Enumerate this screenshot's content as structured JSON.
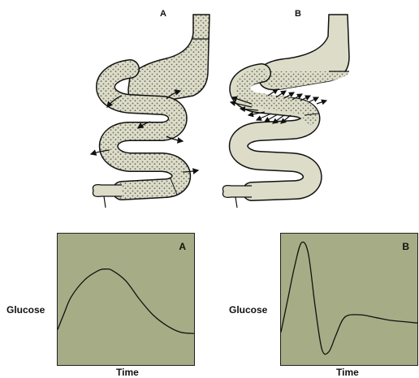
{
  "diagrams": {
    "panel_a_label": "A",
    "panel_b_label": "B"
  },
  "charts": [
    {
      "label": "A",
      "ylabel": "Glucose",
      "xlabel": "Time"
    },
    {
      "label": "B",
      "ylabel": "Glucose",
      "xlabel": "Time"
    }
  ],
  "colors": {
    "intestine_fill": "#dcdcc8",
    "chart_background": "#a6ac85",
    "stroke": "#111111"
  },
  "chart_data": [
    {
      "type": "line",
      "title": "A",
      "xlabel": "Time",
      "ylabel": "Glucose",
      "grid": false,
      "series": [
        {
          "x": [
            0,
            0.05,
            0.1,
            0.2,
            0.3,
            0.35,
            0.4,
            0.5,
            0.6,
            0.7,
            0.8,
            0.9,
            1.0
          ],
          "y": [
            0.27,
            0.4,
            0.52,
            0.65,
            0.72,
            0.73,
            0.72,
            0.64,
            0.5,
            0.38,
            0.3,
            0.25,
            0.24
          ]
        }
      ]
    },
    {
      "type": "line",
      "title": "B",
      "xlabel": "Time",
      "ylabel": "Glucose",
      "grid": false,
      "series": [
        {
          "x": [
            0,
            0.05,
            0.1,
            0.15,
            0.2,
            0.25,
            0.3,
            0.35,
            0.4,
            0.45,
            0.5,
            0.6,
            0.7,
            0.8,
            0.9,
            1.0
          ],
          "y": [
            0.25,
            0.5,
            0.75,
            0.93,
            0.85,
            0.45,
            0.12,
            0.1,
            0.22,
            0.34,
            0.38,
            0.38,
            0.36,
            0.34,
            0.33,
            0.32
          ]
        }
      ]
    }
  ]
}
